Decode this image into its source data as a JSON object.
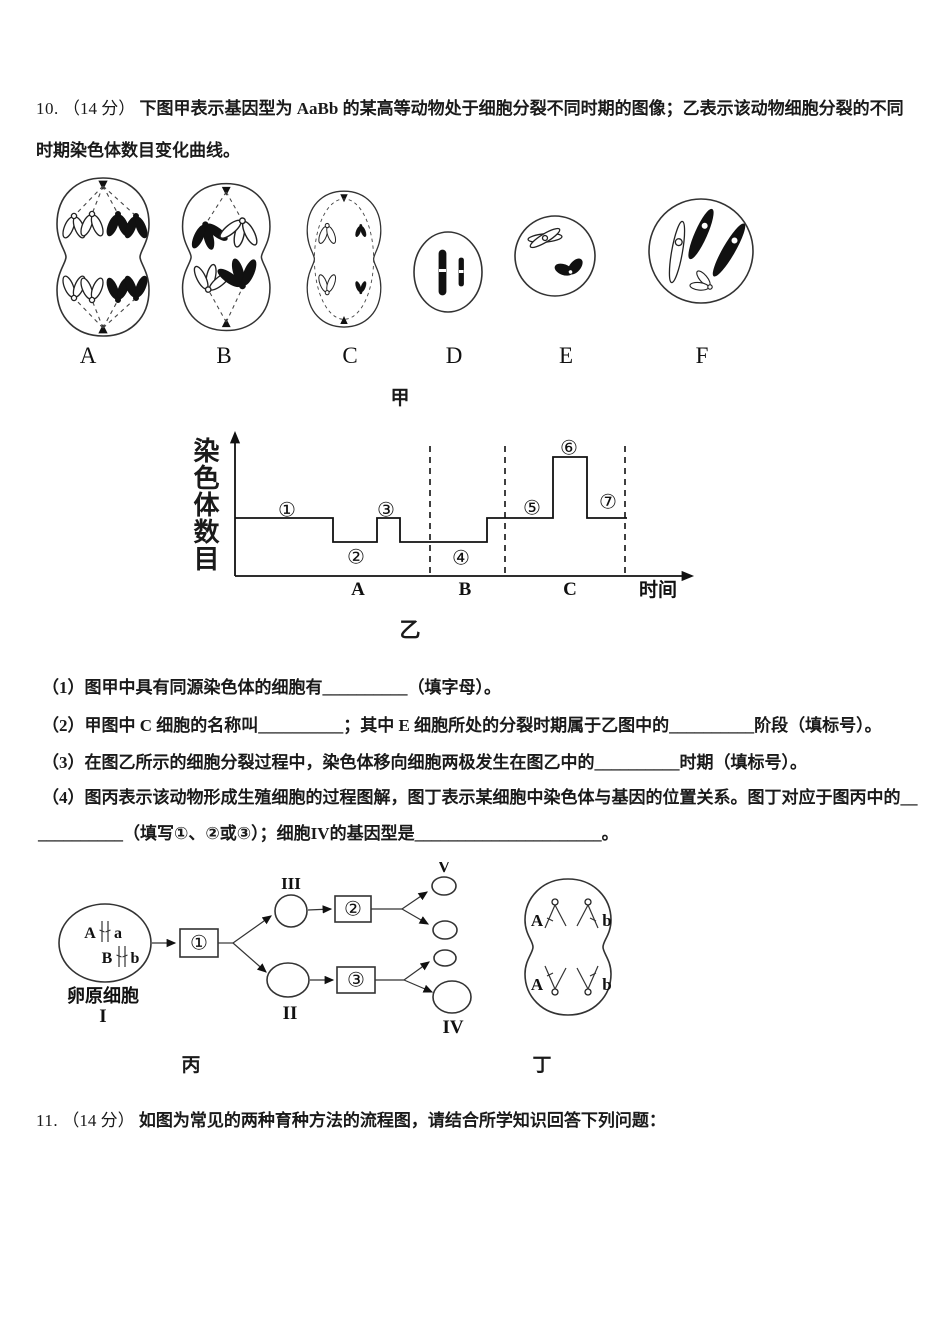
{
  "ink": "#1a1a1a",
  "q10": {
    "number": "10.",
    "points": "（14 分）",
    "line1": "下图甲表示基因型为 AaBb 的某高等动物处于细胞分裂不同时期的图像；乙表示该动物细胞分裂的不同",
    "line2": "时期染色体数目变化曲线。"
  },
  "jia": {
    "caption": "甲",
    "cell_labels": [
      "A",
      "B",
      "C",
      "D",
      "E",
      "F"
    ]
  },
  "chart_data": {
    "type": "step-line",
    "title": "乙",
    "ylabel": "染色体数目",
    "xlabel": "时间",
    "phases": [
      "A",
      "B",
      "C"
    ],
    "markers": [
      "①",
      "②",
      "③",
      "④",
      "⑤",
      "⑥",
      "⑦"
    ],
    "marker_levels_in_n": [
      2,
      1,
      2,
      1,
      2,
      4,
      2
    ],
    "grid": false,
    "legend": "none",
    "caption": "乙"
  },
  "questions": {
    "q1": "（1）图甲中具有同源染色体的细胞有__________（填字母）。",
    "q2": "（2）甲图中 C 细胞的名称叫__________；其中 E 细胞所处的分裂时期属于乙图中的__________阶段（填标号）。",
    "q3": "（3）在图乙所示的细胞分裂过程中，染色体移向细胞两极发生在图乙中的__________时期（填标号）。",
    "q4a": "（4）图丙表示该动物形成生殖细胞的过程图解，图丁表示某细胞中染色体与基因的位置关系。图丁对应于图丙中的__",
    "q4b": "__________（填写①、②或③）；细胞IV的基因型是______________________。"
  },
  "bing": {
    "caption": "丙",
    "source_label": "卵原细胞",
    "numeral_I": "I",
    "numeral_II": "II",
    "numeral_III": "III",
    "numeral_IV": "IV",
    "numeral_V": "V",
    "steps": [
      "①",
      "②",
      "③"
    ],
    "genes": [
      "A",
      "a",
      "B",
      "b"
    ]
  },
  "ding": {
    "caption": "丁",
    "gene_top_left": "A",
    "gene_top_right": "b",
    "gene_bottom_left": "A",
    "gene_bottom_right": "b"
  },
  "q11": {
    "number": "11.",
    "points": "（14 分）",
    "text": "如图为常见的两种育种方法的流程图，请结合所学知识回答下列问题："
  }
}
